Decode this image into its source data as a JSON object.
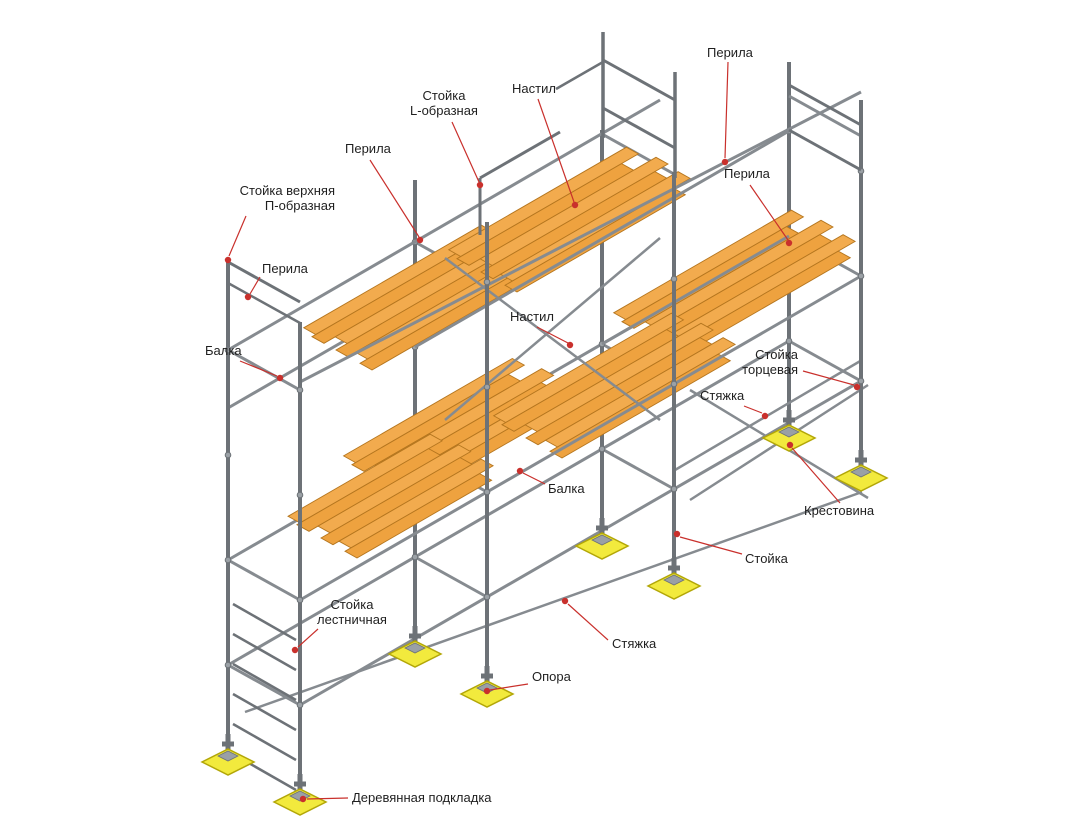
{
  "diagram": {
    "background": "#ffffff",
    "colors": {
      "metal": "#868b90",
      "metal_dark": "#6d7277",
      "joint": "#9ba1a6",
      "deck": "#f2ab4e",
      "deck_alt": "#eea23f",
      "deck_edge": "#b5761f",
      "pad": "#f2ea3d",
      "pad_edge": "#b3a708",
      "plate": "#9aa0a5",
      "callout_red": "#c9302c",
      "label_text": "#1f1f1f"
    },
    "callouts": [
      {
        "id": "perila-top",
        "label": "Перила"
      },
      {
        "id": "stoyka-l",
        "label": "Стойка\nL-образная"
      },
      {
        "id": "nastil-top",
        "label": "Настил"
      },
      {
        "id": "perila-left",
        "label": "Перила"
      },
      {
        "id": "perila-right",
        "label": "Перила"
      },
      {
        "id": "stoyka-verh-p",
        "label": "Стойка верхняя\nП-образная"
      },
      {
        "id": "perila-end",
        "label": "Перила"
      },
      {
        "id": "balka-left",
        "label": "Балка"
      },
      {
        "id": "nastil-mid",
        "label": "Настил"
      },
      {
        "id": "stoyka-torcevaya",
        "label": "Стойка\nторцевая"
      },
      {
        "id": "styazhka-right",
        "label": "Стяжка"
      },
      {
        "id": "krestovina",
        "label": "Крестовина"
      },
      {
        "id": "balka-mid",
        "label": "Балка"
      },
      {
        "id": "stoyka",
        "label": "Стойка"
      },
      {
        "id": "stoyka-lestnichnaya",
        "label": "Стойка\nлестничная"
      },
      {
        "id": "styazhka-bottom",
        "label": "Стяжка"
      },
      {
        "id": "opora",
        "label": "Опора"
      },
      {
        "id": "derevyannaya-podkladka",
        "label": "Деревянная подкладка"
      }
    ]
  }
}
